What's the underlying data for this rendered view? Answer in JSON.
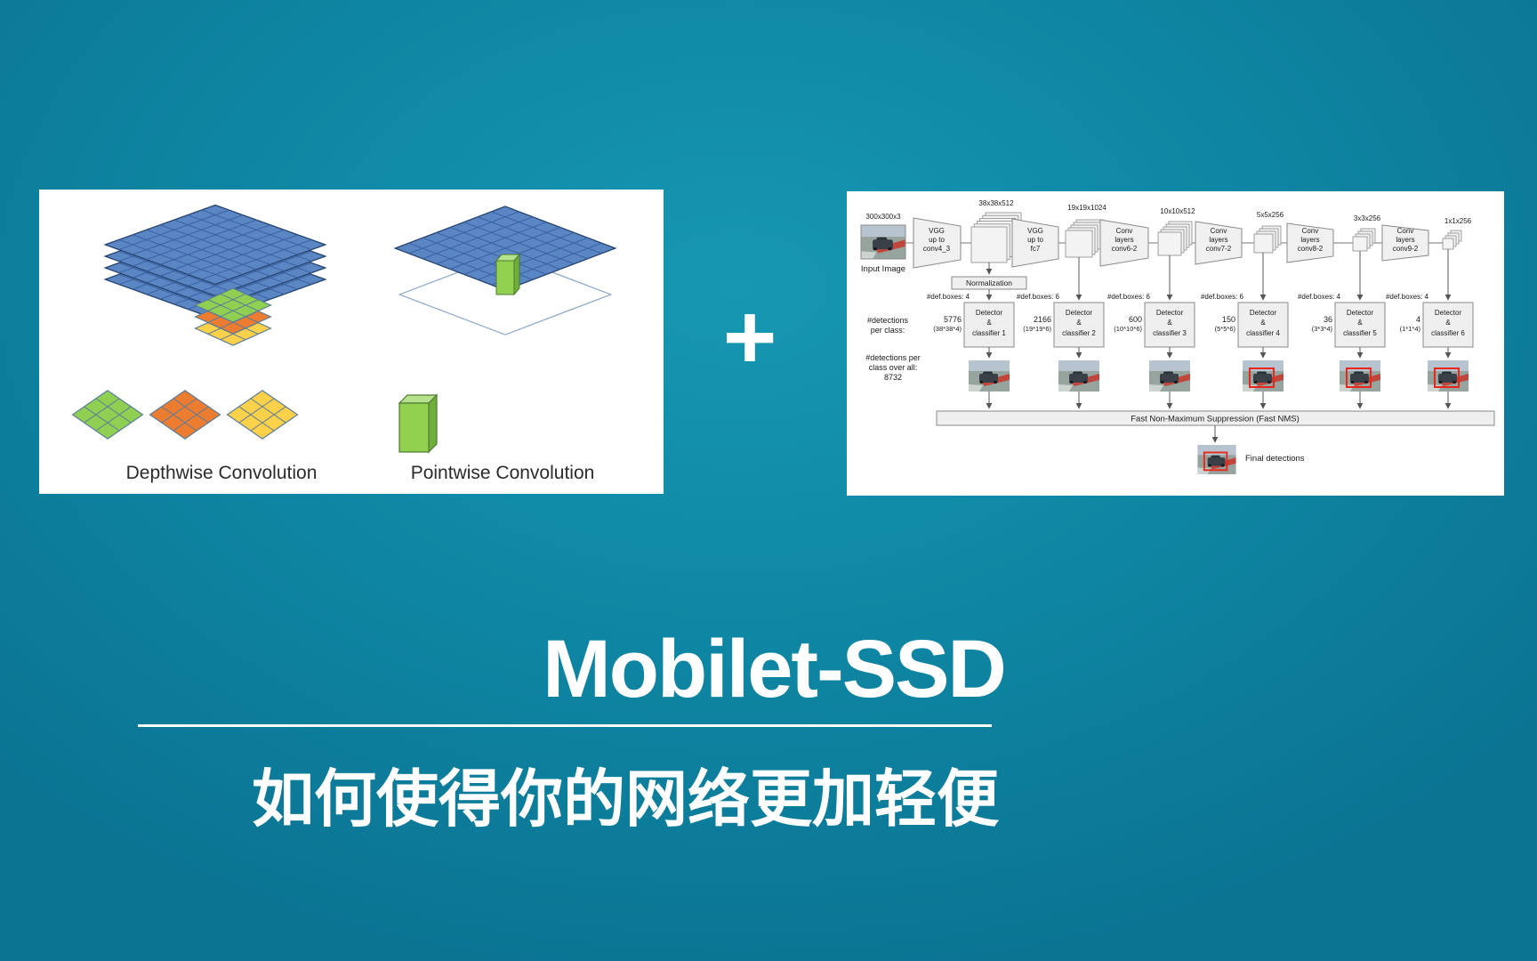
{
  "slide": {
    "plus_sign": "+",
    "title": "Mobilet-SSD",
    "subtitle": "如何使得你的网络更加轻便",
    "colors": {
      "background_center": "#1797b2",
      "background_edge": "#0b7493",
      "panel": "#ffffff",
      "text": "#ffffff",
      "blue_layer": "#5b86c4",
      "green_layer": "#8fd052",
      "orange_layer": "#ec7c30",
      "yellow_layer": "#fdd14a",
      "detection_box_red": "#e8261c"
    }
  },
  "figure": {
    "depthwise_label": "Depthwise Convolution",
    "pointwise_label": "Pointwise Convolution"
  },
  "ssd": {
    "input": {
      "dims": "300x300x3",
      "label": "Input Image"
    },
    "normalization": "Normalization",
    "stages": [
      {
        "trap": [
          "VGG",
          "up to",
          "conv4_3"
        ],
        "dims": "38x38x512",
        "def_boxes": "#def.boxes: 4",
        "count": "5776",
        "formula": "(38*38*4)",
        "det": [
          "Detector",
          "&",
          "classifier 1"
        ]
      },
      {
        "trap": [
          "VGG",
          "up to",
          "fc7"
        ],
        "dims": "19x19x1024",
        "def_boxes": "#def.boxes: 6",
        "count": "2166",
        "formula": "(19*19*6)",
        "det": [
          "Detector",
          "&",
          "classifier 2"
        ]
      },
      {
        "trap": [
          "Conv",
          "layers",
          "conv6-2"
        ],
        "dims": "10x10x512",
        "def_boxes": "#def.boxes: 6",
        "count": "600",
        "formula": "(10*10*6)",
        "det": [
          "Detector",
          "&",
          "classifier 3"
        ]
      },
      {
        "trap": [
          "Conv",
          "layers",
          "conv7-2"
        ],
        "dims": "5x5x256",
        "def_boxes": "#def.boxes: 6",
        "count": "150",
        "formula": "(5*5*6)",
        "det": [
          "Detector",
          "&",
          "classifier 4"
        ]
      },
      {
        "trap": [
          "Conv",
          "layers",
          "conv8-2"
        ],
        "dims": "3x3x256",
        "def_boxes": "#def.boxes: 4",
        "count": "36",
        "formula": "(3*3*4)",
        "det": [
          "Detector",
          "&",
          "classifier 5"
        ]
      },
      {
        "trap": [
          "Conv",
          "layers",
          "conv9-2"
        ],
        "dims": "1x1x256",
        "def_boxes": "#def.boxes: 4",
        "count": "4",
        "formula": "(1*1*4)",
        "det": [
          "Detector",
          "&",
          "classifier 6"
        ]
      }
    ],
    "per_class": [
      "#detections",
      "per class:"
    ],
    "overall": [
      "#detections per",
      "class over all:",
      "8732"
    ],
    "nms": "Fast Non-Maximum  Suppression (Fast NMS)",
    "final_label": "Final detections"
  }
}
